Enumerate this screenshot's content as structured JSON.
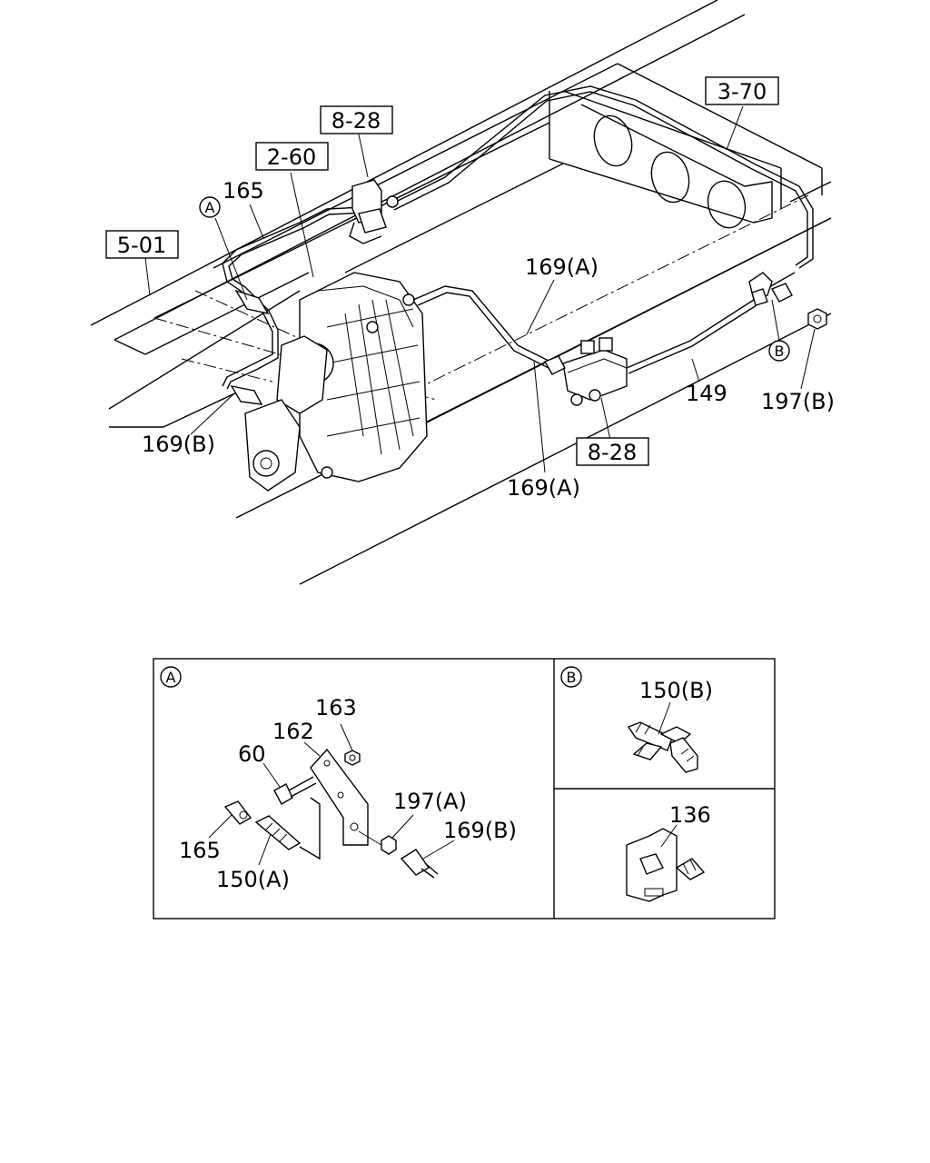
{
  "main_view": {
    "ref_boxes": {
      "r501": "5-01",
      "r260": "2-60",
      "r828_top": "8-28",
      "r370": "3-70",
      "r828_bottom": "8-28"
    },
    "labels": {
      "p165": "165",
      "p169a_top": "169(A)",
      "p169a_bottom": "169(A)",
      "p169b": "169(B)",
      "p149": "149",
      "p197b": "197(B)"
    },
    "circles": {
      "a": "A",
      "b": "B"
    }
  },
  "detail_a": {
    "circle": "A",
    "labels": {
      "p163": "163",
      "p162": "162",
      "p60": "60",
      "p197a": "197(A)",
      "p169b": "169(B)",
      "p165": "165",
      "p150a": "150(A)"
    }
  },
  "detail_b": {
    "circle": "B",
    "labels": {
      "p150b": "150(B)",
      "p136": "136"
    }
  }
}
